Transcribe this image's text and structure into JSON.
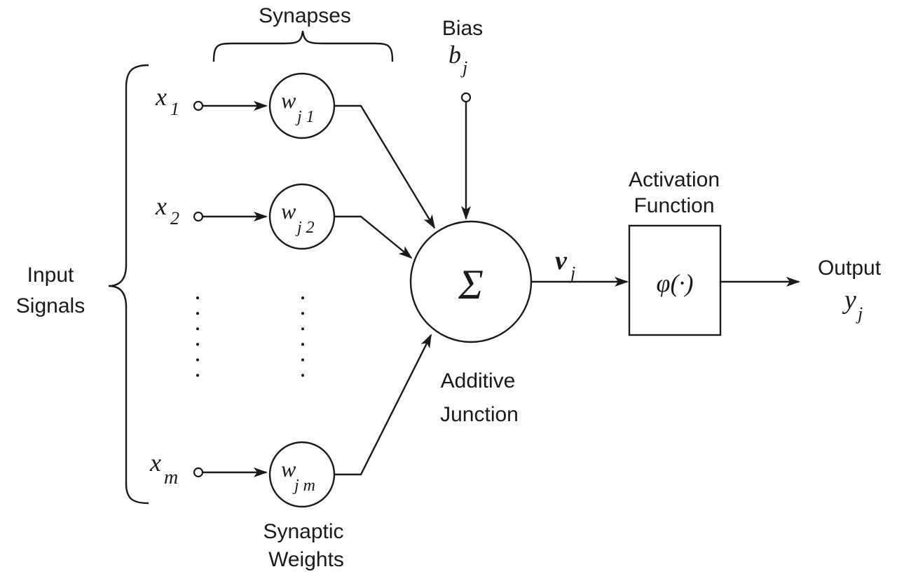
{
  "labels": {
    "synapses": "Synapses",
    "bias": "Bias",
    "input_signals_line1": "Input",
    "input_signals_line2": "Signals",
    "synaptic_weights_line1": "Synaptic",
    "synaptic_weights_line2": "Weights",
    "additive_junction_line1": "Additive",
    "additive_junction_line2": "Junction",
    "activation_function_line1": "Activation",
    "activation_function_line2": "Function",
    "output": "Output"
  },
  "symbols": {
    "x": "x",
    "x1_sub": "1",
    "x2_sub": "2",
    "xm_sub": "m",
    "w": "w",
    "w1_sub": "j 1",
    "w2_sub": "j 2",
    "wm_sub": "j m",
    "b": "b",
    "b_sub": "j",
    "sigma": "Σ",
    "v": "v",
    "v_sub": "j",
    "phi": "φ(·)",
    "y": "y",
    "y_sub": "j"
  }
}
